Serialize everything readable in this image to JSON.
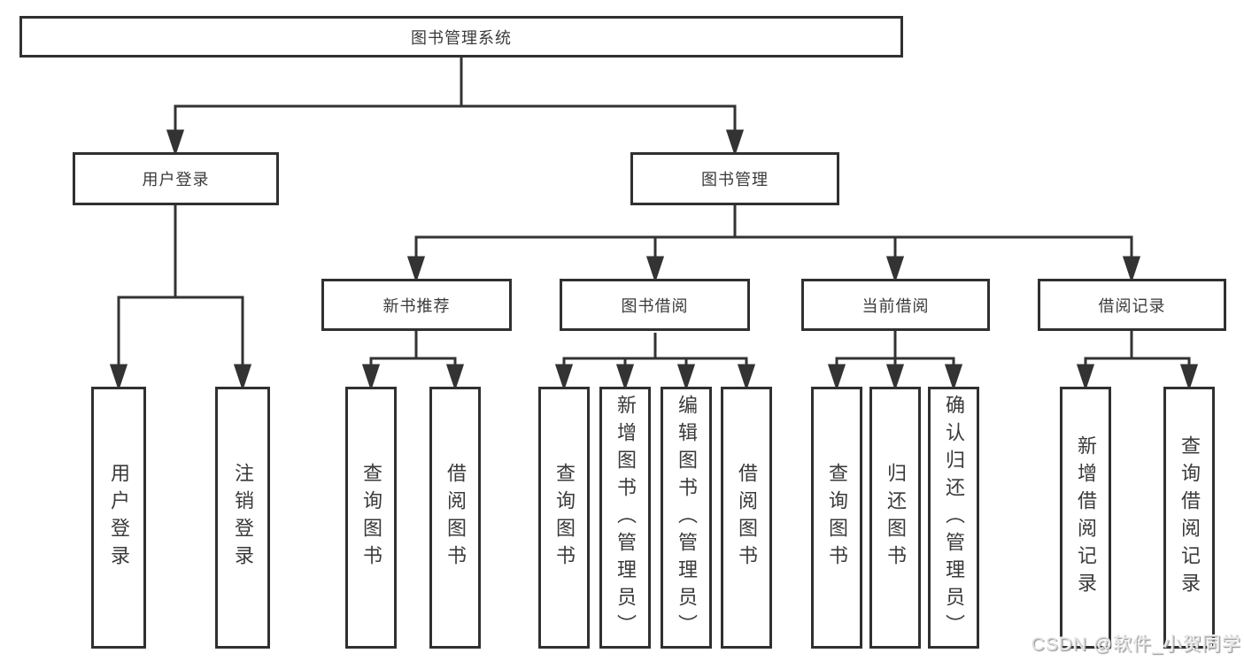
{
  "colors": {
    "box_border": "#303030",
    "connector_line": "#333333",
    "text": "#3a3a3a",
    "background": "#ffffff",
    "watermark_text": "#dedede"
  },
  "diagram": {
    "root": {
      "label": "图书管理系统"
    },
    "login": {
      "label": "用户登录",
      "children": [
        {
          "label": "用户登录"
        },
        {
          "label": "注销登录"
        }
      ]
    },
    "mgmt": {
      "label": "图书管理",
      "groups": [
        {
          "label": "新书推荐",
          "children": [
            {
              "label": "查询图书"
            },
            {
              "label": "借阅图书"
            }
          ]
        },
        {
          "label": "图书借阅",
          "children": [
            {
              "label": "查询图书"
            },
            {
              "label": "新增图书（管理员）"
            },
            {
              "label": "编辑图书（管理员）"
            },
            {
              "label": "借阅图书"
            }
          ]
        },
        {
          "label": "当前借阅",
          "children": [
            {
              "label": "查询图书"
            },
            {
              "label": "归还图书"
            },
            {
              "label": "确认归还（管理员）"
            }
          ]
        },
        {
          "label": "借阅记录",
          "children": [
            {
              "label": "新增借阅记录"
            },
            {
              "label": "查询借阅记录"
            }
          ]
        }
      ]
    }
  },
  "watermark": {
    "text": "CSDN @软件_小贺同学"
  }
}
